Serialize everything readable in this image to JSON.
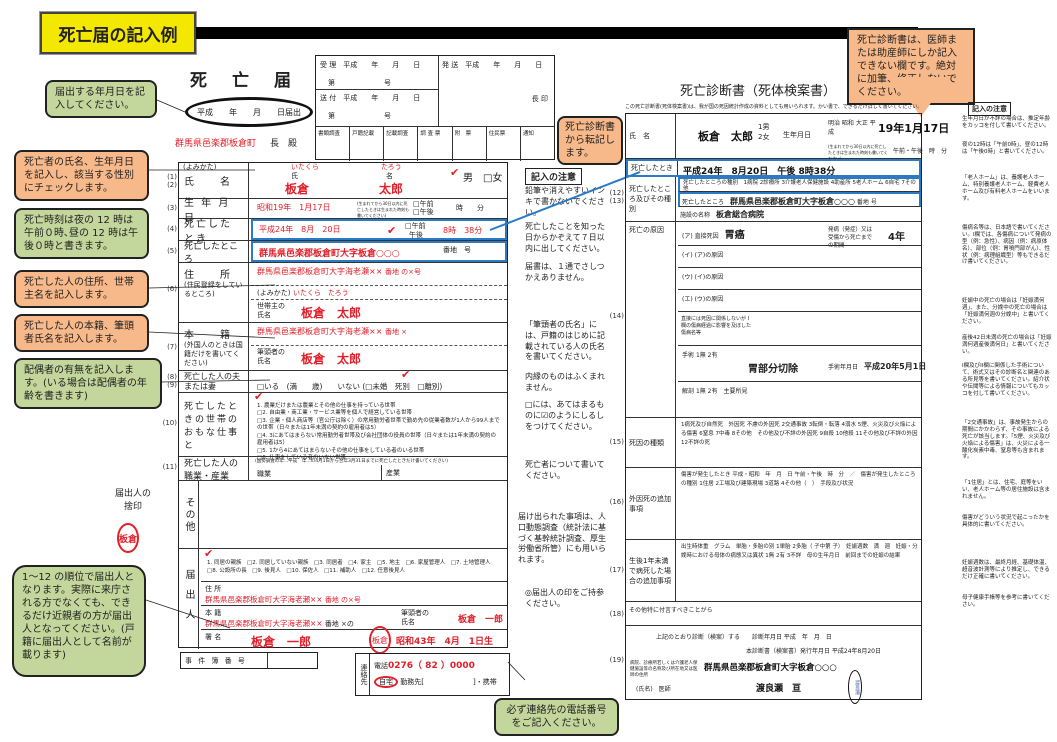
{
  "page_title": "死亡届の記入例",
  "form": {
    "title": "死　亡　届",
    "date_line": "平成　　年　　月　　日届出",
    "addressee_town": "群馬県邑楽郡板倉町",
    "addressee_suffix": "長　殿",
    "reception": {
      "received": "受 理　平成　　年　　月　　日",
      "received_no": "第　　　　　　　号",
      "sent": "送 付　平成　　年　　月　　日",
      "sent_no": "第　　　　　　　号",
      "issued": "発 送　平成　　年　　月　　日",
      "mayor_seal": "長 印",
      "cols": [
        "書類調査",
        "戸籍記載",
        "記載調査",
        "調 査 票",
        "附　票",
        "住民票",
        "通知"
      ]
    },
    "rows": {
      "name": {
        "num": "(1)(2)",
        "label": "氏　　名",
        "yomi_label": "(よみかた)",
        "yomi_last": "いたくら",
        "yomi_first": "たろう",
        "last_label": "氏",
        "first_label": "名",
        "last": "板倉",
        "first": "太郎",
        "male": "男",
        "female": "□女"
      },
      "birth": {
        "num": "(3)",
        "label": "生 年 月 日",
        "value": "昭和19年　1月17日",
        "note": "(生まれてから30日以内に死亡したときは生まれた時刻も書いてください)",
        "am": "□午前",
        "pm": "□午後",
        "time": "時　　分"
      },
      "death_time": {
        "num": "(4)",
        "label": "死亡したとき",
        "value": "平成24年　8月　20日",
        "am": "□午前",
        "pm": "午後",
        "time": "8時　38分"
      },
      "death_place": {
        "num": "(5)",
        "label": "死亡したところ",
        "value": "群馬県邑楽郡板倉町大字板倉○○○",
        "suffix": "番地　号"
      },
      "address": {
        "num": "(6)",
        "label": "住　　所",
        "sub": "(住民登録をしているところ)",
        "value": "群馬県邑楽郡板倉町大字海老瀬××",
        "suffix": "番地 の×号",
        "yomi_label": "(よみかた)",
        "yomi": "いたくら　たろう",
        "head_label": "世帯主の氏名",
        "head": "板倉　太郎"
      },
      "honseki": {
        "num": "(7)",
        "label": "本　　籍",
        "sub": "(外国人のときは国籍だけを書いてください)",
        "value": "群馬県邑楽郡板倉町大字海老瀬××",
        "suffix": "番地 ×",
        "head_label": "筆頭者の氏名",
        "head": "板倉　太郎"
      },
      "spouse": {
        "num": "(8)(9)",
        "label": "死亡した人の夫または妻",
        "value": "□いる　(満　　歳)　　いない (□未婚　死別　□離別)"
      },
      "work": {
        "num": "(10)",
        "label": "死亡したときの世帯のおもな仕事と",
        "items": [
          "1. 農業だけまたは農業とその他の仕事を持っている世帯",
          "□2. 自由業・商工業・サービス業等を個人で経営している世帯",
          "□3. 企業・個人商店等（官公庁は除く）の常用勤労者世帯で勤め先の従業者数が1人から99人までの世帯（日々または1年未満の契約の雇用者は5）",
          "□4. 3にあてはまらない常用勤労者世帯及び会社団体の役員の世帯（日々または1年未満の契約の雇用者は5）",
          "□5. 1から4にあてはまらないその他の仕事をしている者のいる世帯",
          "□6. 仕事をしている者のいない世帯"
        ]
      },
      "job": {
        "num": "(11)",
        "label": "死亡した人の職業・産業",
        "note": "(国勢調査の年…平成　年…の4月1日から翌年3月31日までに死亡したときだけ書いてください)",
        "occupation": "職業",
        "industry": "産業"
      },
      "other": {
        "label": "その他"
      },
      "informant": {
        "label": "届出人",
        "qualifications": "1. 同居の親族　□2. 同居していない親族　□3. 同居者　□4. 家主　□5. 地主　□6. 家屋管理人　□7. 土地管理人　□8. 公設所の長　□9. 後見人　□10. 保佐人　□11. 補助人　□12. 任意後見人",
        "address_label": "住 所",
        "address": "群馬県邑楽郡板倉町大字海老瀬××",
        "address_suffix": "番地 の×号",
        "honseki_label": "本 籍",
        "honseki": "群馬県邑楽郡板倉町大字海老瀬××",
        "honseki_suffix": "番地 ×の",
        "head_label": "筆頭者の氏名",
        "head": "板倉　一郎",
        "sign_label": "署 名",
        "sign": "板倉　一郎",
        "seal": "板倉",
        "birth": "昭和43年　4月　1日生"
      }
    },
    "case_no_label": "事 件 簿 番 号",
    "contact": {
      "label": "連絡先",
      "phone_label": "電話",
      "phone": "0276（ 82 ）0000",
      "home": "自宅",
      "work": "勤務先[　　　　　　　]・携帯"
    }
  },
  "informant_seal": {
    "label": "届出人の捨印",
    "seal": "板倉"
  },
  "notes_middle": {
    "title": "記入の注意",
    "items": [
      "鉛筆や消えやすいインキで書かないでください。",
      "死亡したことを知った日からかぞえて７日以内に出してください。",
      "届書は、１通でさしつかえありません。",
      "「筆頭者の氏名」には、戸籍のはじめに記載されている人の氏名を書いてください。",
      "内縁のものはふくまれません。",
      "□には、あてはまるものに☑のようにしるしをつけてください。",
      "死亡者について書いてください。",
      "届け出られた事項は、人口動態調査（統計法に基づく基幹統計調査、厚生労働省所管）にも用いられます。",
      "◎届出人の印をご持参ください。"
    ]
  },
  "callouts": {
    "date": "届出する年月日を記入してください。",
    "name": "死亡者の氏名、生年月日を記入し、該当する性別にチェックします。",
    "time": "死亡時刻は夜の 12 時は午前０時､昼の 12 時は午後０時と書きます。",
    "address": "死亡した人の住所、世帯主名を記入します。",
    "honseki": "死亡した人の本籍、筆頭者氏名を記入します。",
    "spouse": "配偶者の有無を記入します。(いる場合は配偶者の年齢を書きます)",
    "informant": "1～12 の順位で届出人となります。実際に来庁される方でなくても、できるだけ近親者の方が届出人となってください。(戸籍に届出人として名前が載ります)",
    "transcribe": "死亡診断書から転記します。",
    "doctor": "死亡診断書は、医師または助産師にしか記入できない欄です。絶対に加筆、修正しないでください。",
    "phone": "必ず連絡先の電話番号をご記入ください。"
  },
  "certificate": {
    "title": "死亡診断書（死体検案書）",
    "intro": "この死亡診断書(死体検案書)は、我が国の死因統計作成の資料としても用いられます。かい書で、できるだけ詳しく書いてください。",
    "name_label": "氏　名",
    "name": "板倉　太郎",
    "sex": "1男　2女",
    "birth_label": "生年月日",
    "era": "明治 昭和 大正 平成",
    "birth": "19年1月17日",
    "birth_note": "(生まれてから30日以内に死亡したときは生まれた時刻も書いてください)",
    "birth_time": "午前・午後　時　分",
    "death_label": "死亡したとき",
    "death": "平成24年　8月20日　午後 8時38分",
    "place_num": "(12)(13)",
    "place_label": "死亡したところ及びその種別",
    "place_type_label": "死亡したところの種別",
    "place_types": "1病院 2診療所 3介護老人保健施設 4助産所 5老人ホーム 6自宅 7その他",
    "place_label2": "死亡したところ",
    "place": "群馬県邑楽郡板倉町大字板倉○○○",
    "place_suffix": "番地 号",
    "facility_label": "施設の名称",
    "facility": "板倉総合病院",
    "cause_num": "(14)",
    "cause_label": "死亡の原因",
    "cause_rows": [
      "(ア) 直接死因",
      "(イ) (ア)の原因",
      "(ウ) (イ)の原因",
      "(エ) (ウ)の原因"
    ],
    "cause_direct": "胃癌",
    "onset_label": "発病（発症）又は受傷から死亡までの期間",
    "onset": "4年",
    "cause_ii": "直接には死因に関係しないが I 欄の傷病経過に影響を及ぼした傷病名等",
    "surgery_label": "手術",
    "surgery": "1無 2有",
    "surgery_site": "胃部分切除",
    "surgery_date_label": "手術年月日",
    "surgery_date": "平成20年5月1日",
    "autopsy_label": "解剖",
    "autopsy": "1無 2有",
    "autopsy_findings": "主要所見",
    "type_num": "(15)",
    "type_label": "死因の種類",
    "type_text": "1病死及び自然死　外因死 不慮の外因死 2交通事故 3転倒・転落 4溺水 5煙、火災及び火焔による傷害 6窒息 7中毒 8その他　その他及び不詳の外因死 9自殺 10他殺 11その他及び不詳の外因　12不詳の死",
    "ext_num": "(16)",
    "ext_label": "外因死の追加事項",
    "ext_text": "傷害が発生したとき 平成・昭和　年　月　日 午前・午後　時　分　／　傷害が発生したところの種別 1住居 2工場及び建築現場 3道路 4その他（　）　手段及び状況",
    "infant_num": "(17)",
    "infant_label": "生後1年未満で病死した場合の追加事項",
    "infant_text": "出生時体重　グラム　単胎・多胎の別 1単胎 2多胎（ 子中第 子）　妊娠週数　満　週　妊娠・分娩時における母体の病態又は異状 1無 2有 3不詳　母の生年月日　前回までの妊娠の結果",
    "other_num": "(18)",
    "other_label": "その他特に付言すべきことがら",
    "sign_num": "(19)",
    "diag": "上記のとおり診断（検案）する　　診断年月日 平成　年　月　日",
    "issue": "本診断書（検案書）発行年月日 平成24年8月20日",
    "hospital_label": "病院、診療所若しくは介護老人保健施設等の名称及び所在地又は医師の住所",
    "hospital": "群馬県邑楽郡板倉町大字板倉○○○",
    "doctor_label": "(氏名)　医師",
    "doctor": "渡良瀬　亘",
    "doctor_seal": "渡良瀬"
  },
  "notes_right": {
    "title": "記入の注意",
    "items": [
      "生年月日が不詳の場合は、推定年齢をカッコを付して書いてください。",
      "夜の12時は「午前0時」、昼の12時は「午後0時」と書いてください。",
      "「老人ホーム」は、養護老人ホーム、特別養護老人ホーム、軽費老人ホーム及び有料老人ホームをいいます。",
      "傷病名等は、日本語で書いてください。I欄では、各傷病について発病の型（例：急性）、病因（例：病原体名）、部位（例：胃噴門部がん）、性状（例：病理組織型）等もできるだけ書いてください。",
      "妊娠中の死亡の場合は「妊娠満何週」、また、分娩中の死亡の場合は「妊娠満何週の分娩中」と書いてください。",
      "産後42日未満の死亡の場合は「妊娠満何週産後満何日」と書いてください。",
      "I欄及びII欄に関係した手術について、術式又はその診断名と関連のある所見等を書いてください。紹介状や伝聞等による情報についてもカッコを付して書いてください。",
      "「2交通事故」は、事故発生からの期間にかかわらず、その事故による死亡が該当します。「5煙、火災及び火焔による傷害」は、火災による一酸化炭素中毒、窒息等も含まれます。",
      "「1住居」とは、住宅、庭等をいい、老人ホーム等の居住施設は含まれません。",
      "傷害がどういう状況で起こったかを具体的に書いてください。",
      "妊娠週数は、最終月経、基礎体温、超音波計測等により推定し、できるだけ正確に書いてください。",
      "母子健康手帳等を参考に書いてください。"
    ]
  },
  "colors": {
    "title_bg": "#f5e800",
    "callout_green": "#c3d69b",
    "callout_orange": "#f8b98a",
    "handwriting": "#e0202a",
    "highlight": "#2a7bc4"
  }
}
